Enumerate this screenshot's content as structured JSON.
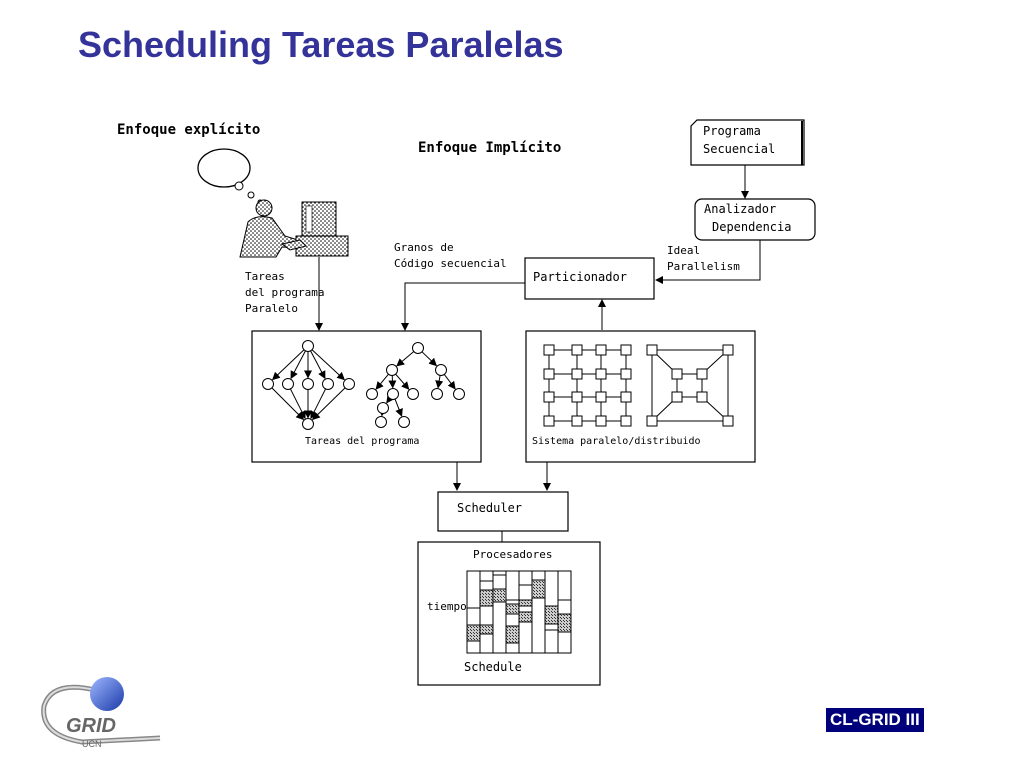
{
  "slide": {
    "title": "Scheduling Tareas Paralelas",
    "badge": "CL-GRID III"
  },
  "diagram": {
    "explicit_label": "Enfoque explícito",
    "implicit_label": "Enfoque Implícito",
    "sequential_program": [
      "Programa",
      "Secuencial"
    ],
    "dependency_analyzer": [
      "Analizador",
      "Dependencia"
    ],
    "ideal_parallelism": [
      "Ideal",
      "Parallelism"
    ],
    "partitioner": "Particionador",
    "code_grains": [
      "Granos de",
      "Código secuencial"
    ],
    "program_tasks_note": [
      "Tareas",
      "del programa",
      "Paralelo"
    ],
    "task_graph_caption": "Tareas del programa",
    "system_caption": "Sistema paralelo/distribuido",
    "scheduler": "Scheduler",
    "processors": "Procesadores",
    "time": "tiempo",
    "schedule": "Schedule"
  },
  "logo": {
    "text": "GRID",
    "subtext": "UCN"
  },
  "colors": {
    "title": "#333399",
    "badge_bg": "#00007a",
    "globe": "#3355cc"
  }
}
